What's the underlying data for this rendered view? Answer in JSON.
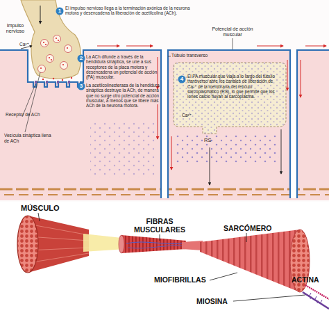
{
  "diagram": {
    "nodes": [
      {
        "text": [
          "1"
        ]
      },
      {
        "text": [
          "2"
        ]
      },
      {
        "text": [
          "3"
        ]
      },
      {
        "text": [
          "4"
        ]
      }
    ],
    "labels": [
      "El impulso nervioso llega a la terminación axónica de la neurona motora y desencadena la liberación de acetilcolina (ACh).",
      "Impulso nervioso",
      "Ca²⁺",
      "La ACh difunde a través de la hendidura sináptica, se une a sus receptores de la placa motora y desencadena un potencial de acción (PA) muscular.",
      "La acetilcolinesterasa de la hendidura sináptica destruye la ACh, de manera que no surge otro potencial de acción muscular, a menos que se libere más ACh de la neurona motora.",
      "Receptor de ACh",
      "Vesícula sináptica llena de ACh",
      "Potencial de acción muscular",
      "Túbulo transverso",
      "El PA muscular que viaja a lo largo del túbulo transverso abre los canales de liberación de Ca²⁺ de la membrana del retículo sarcoplasmático (RS), lo que permite que los iones calcio fluyan al sarcoplasma.",
      "Ca²⁺",
      "RS",
      "MÚSCULO",
      "FIBRAS MUSCULARES",
      "SARCÓMERO",
      "MIOFIBRILLAS",
      "ACTINA",
      "MIOSINA"
    ]
  }
}
